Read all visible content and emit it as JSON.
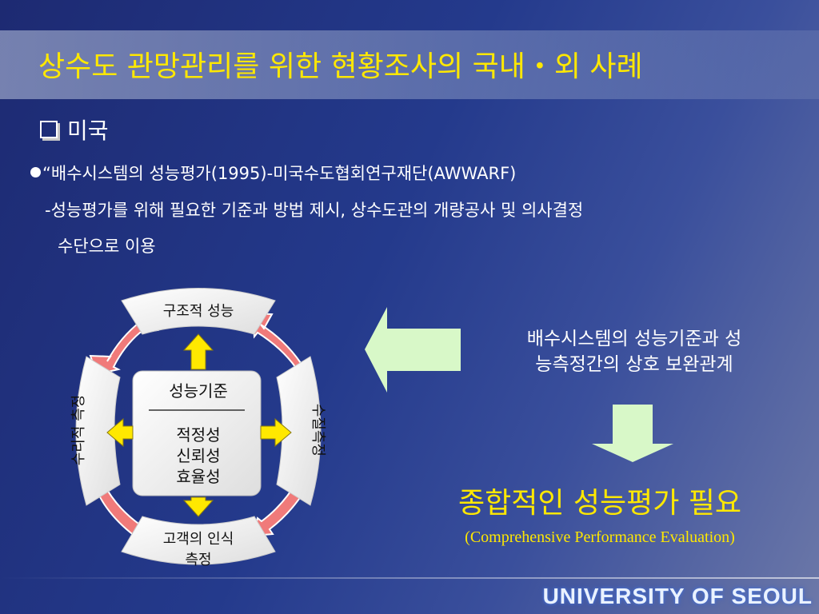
{
  "slide": {
    "title": "상수도 관망관리를 위한 현황조사의 국내・외 사례",
    "section": "미국",
    "bullet_line": "“배수시스템의 성능평가(1995)-미국수도협회연구재단(AWWARF)",
    "sub_line1": "-성능평가를 위해 필요한 기준과 방법 제시, 상수도관의 개량공사 및 의사결정",
    "sub_line2": "수단으로 이용"
  },
  "diagram": {
    "top": "구조적 성능",
    "right": "수질측정",
    "bottom_line1": "고객의 인식",
    "bottom_line2": "측정",
    "left": "수리적 측정",
    "center_title": "성능기준",
    "center_items": [
      "적정성",
      "신뢰성",
      "효율성"
    ]
  },
  "right_panel": {
    "text_line1": "배수시스템의 성능기준과 성",
    "text_line2": "능측정간의 상호 보완관계",
    "conclusion": "종합적인 성능평가 필요",
    "conclusion_en": "(Comprehensive Performance Evaluation)"
  },
  "footer": {
    "logo_text": "UNIVERSITY OF SEOUL"
  },
  "colors": {
    "title": "#ffe800",
    "red_arrow": "#f07a7a",
    "yellow_arrow": "#ffe800",
    "green_arrow": "#d8f8c8"
  }
}
